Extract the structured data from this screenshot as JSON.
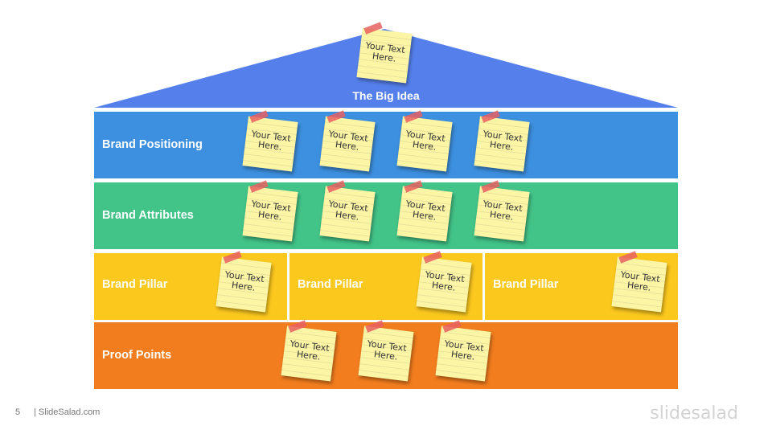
{
  "roof": {
    "title": "The Big Idea",
    "color": "#5580ec",
    "note": "Your Text Here."
  },
  "rows": [
    {
      "id": "positioning",
      "label": "Brand Positioning",
      "color": "#3d8fdf",
      "notes": [
        "Your Text Here.",
        "Your Text Here.",
        "Your Text Here.",
        "Your Text Here."
      ]
    },
    {
      "id": "attributes",
      "label": "Brand Attributes",
      "color": "#42c388",
      "notes": [
        "Your Text Here.",
        "Your Text Here.",
        "Your Text Here.",
        "Your Text Here."
      ]
    },
    {
      "id": "proof",
      "label": "Proof Points",
      "color": "#f27d1e",
      "notes": [
        "Your Text Here.",
        "Your Text Here.",
        "Your Text Here."
      ]
    }
  ],
  "pillars": {
    "color": "#fbc81e",
    "items": [
      {
        "label": "Brand Pillar",
        "note": "Your Text Here."
      },
      {
        "label": "Brand Pillar",
        "note": "Your Text Here."
      },
      {
        "label": "Brand Pillar",
        "note": "Your Text Here."
      }
    ]
  },
  "footer": {
    "page_number": "5",
    "site": "| SlideSalad.com",
    "logo": "slidesalad"
  }
}
